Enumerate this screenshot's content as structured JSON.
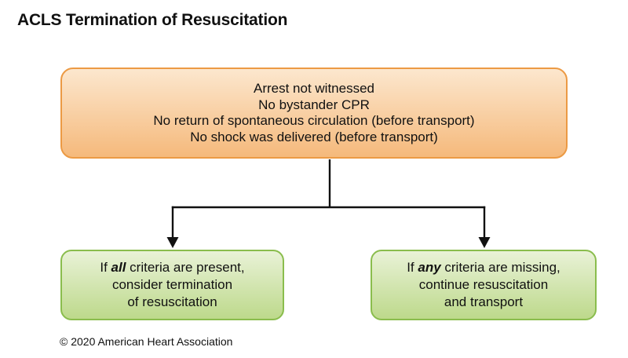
{
  "title": "ACLS Termination of Resuscitation",
  "colors": {
    "background": "#FFFFFF",
    "text": "#111111",
    "line": "#111111",
    "orange_border": "#EC9A44",
    "orange_top": "#FCE7CE",
    "orange_bottom": "#F5B97B",
    "green_border": "#8ABD4D",
    "green_top": "#E9F2D7",
    "green_bottom": "#BDD98B"
  },
  "criteria_box": {
    "lines": [
      "Arrest not witnessed",
      "No bystander CPR",
      "No return of spontaneous circulation (before transport)",
      "No shock was delivered (before transport)"
    ]
  },
  "outcome_left": {
    "prefix": "If ",
    "emphasis": "all",
    "rest": " criteria are present,",
    "line2": "consider termination",
    "line3": "of resuscitation"
  },
  "outcome_right": {
    "prefix": "If ",
    "emphasis": "any",
    "rest": " criteria are missing,",
    "line2": "continue resuscitation",
    "line3": "and transport"
  },
  "footer": "© 2020 American Heart Association"
}
